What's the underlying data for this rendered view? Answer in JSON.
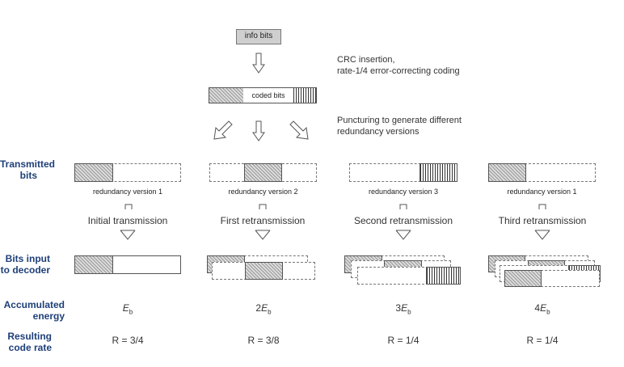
{
  "top": {
    "info_bits": "info bits",
    "crc_note_line1": "CRC insertion,",
    "crc_note_line2": "rate-1/4 error-correcting coding",
    "coded_bits": "coded bits",
    "puncture_line1": "Puncturing to generate different",
    "puncture_line2": "redundancy versions"
  },
  "row_labels": {
    "transmitted_1": "Transmitted",
    "transmitted_2": "bits",
    "decoder_1": "Bits input",
    "decoder_2": "to decoder",
    "energy_1": "Accumulated",
    "energy_2": "energy",
    "rate_1": "Resulting",
    "rate_2": "code rate"
  },
  "columns": [
    {
      "rv": "redundancy version 1",
      "stage": "Initial transmission",
      "energy_coef": "",
      "rate": "R = 3/4"
    },
    {
      "rv": "redundancy version 2",
      "stage": "First retransmission",
      "energy_coef": "2",
      "rate": "R = 3/8"
    },
    {
      "rv": "redundancy version 3",
      "stage": "Second retransmission",
      "energy_coef": "3",
      "rate": "R = 1/4"
    },
    {
      "rv": "redundancy version 1",
      "stage": "Third retransmission",
      "energy_coef": "4",
      "rate": "R = 1/4"
    }
  ],
  "energy_symbol": "E",
  "energy_sub": "b"
}
